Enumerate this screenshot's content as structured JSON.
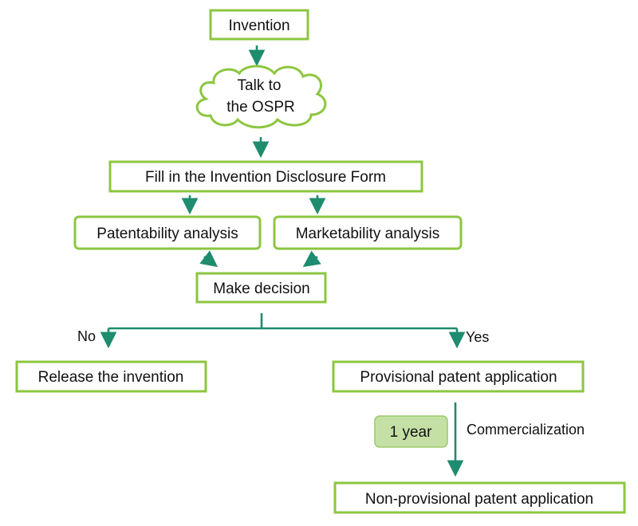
{
  "diagram": {
    "colors": {
      "box_border": "#8cc63f",
      "arrow": "#1e8c6e",
      "tag_fill": "#c5e0a5"
    },
    "nodes": {
      "invention": "Invention",
      "talk_line1": "Talk to",
      "talk_line2": "the OSPR",
      "disclosure": "Fill in the Invention Disclosure Form",
      "patentability": "Patentability analysis",
      "marketability": "Marketability analysis",
      "decision": "Make decision",
      "release": "Release the invention",
      "provisional": "Provisional patent application",
      "non_provisional": "Non-provisional patent application",
      "one_year": "1 year"
    },
    "labels": {
      "no": "No",
      "yes": "Yes",
      "commercialization": "Commercialization"
    }
  }
}
